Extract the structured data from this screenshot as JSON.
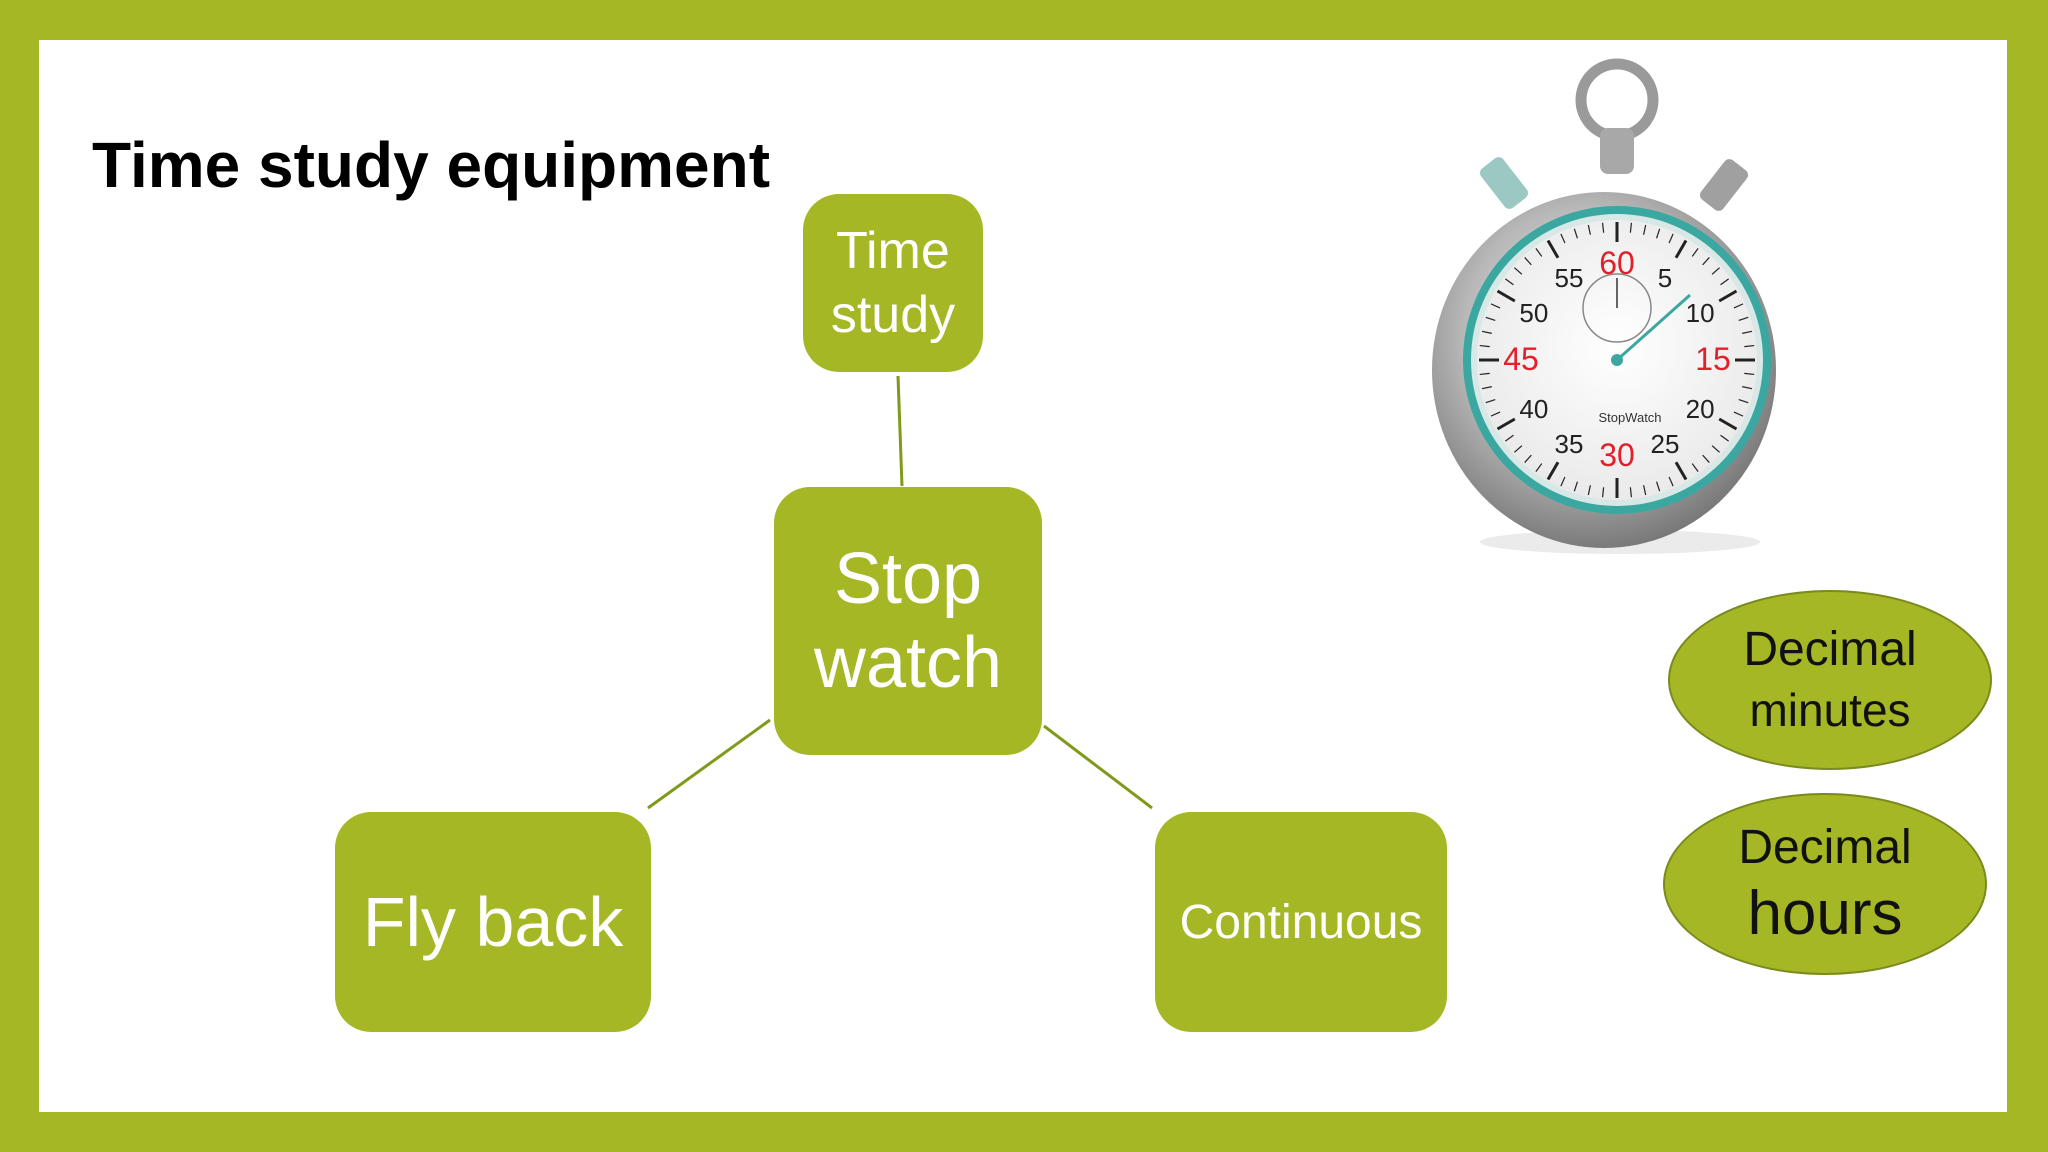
{
  "title": "Time study equipment",
  "nodes": {
    "time_study": "Time\nstudy",
    "stop_watch": "Stop\nwatch",
    "fly_back": "Fly back",
    "continuous": "Continuous"
  },
  "ellipses": {
    "decimal_minutes": {
      "line1": "Decimal",
      "line2": "minutes"
    },
    "decimal_hours": {
      "line1": "Decimal",
      "line2": "hours"
    }
  },
  "stopwatch": {
    "numbers": [
      "60",
      "5",
      "10",
      "15",
      "20",
      "25",
      "30",
      "35",
      "40",
      "45",
      "50",
      "55"
    ],
    "brand": "StopWatch"
  },
  "colors": {
    "accent": "#a6b726",
    "dial_red": "#e0202a",
    "bezel_teal": "#3aa8a0"
  }
}
